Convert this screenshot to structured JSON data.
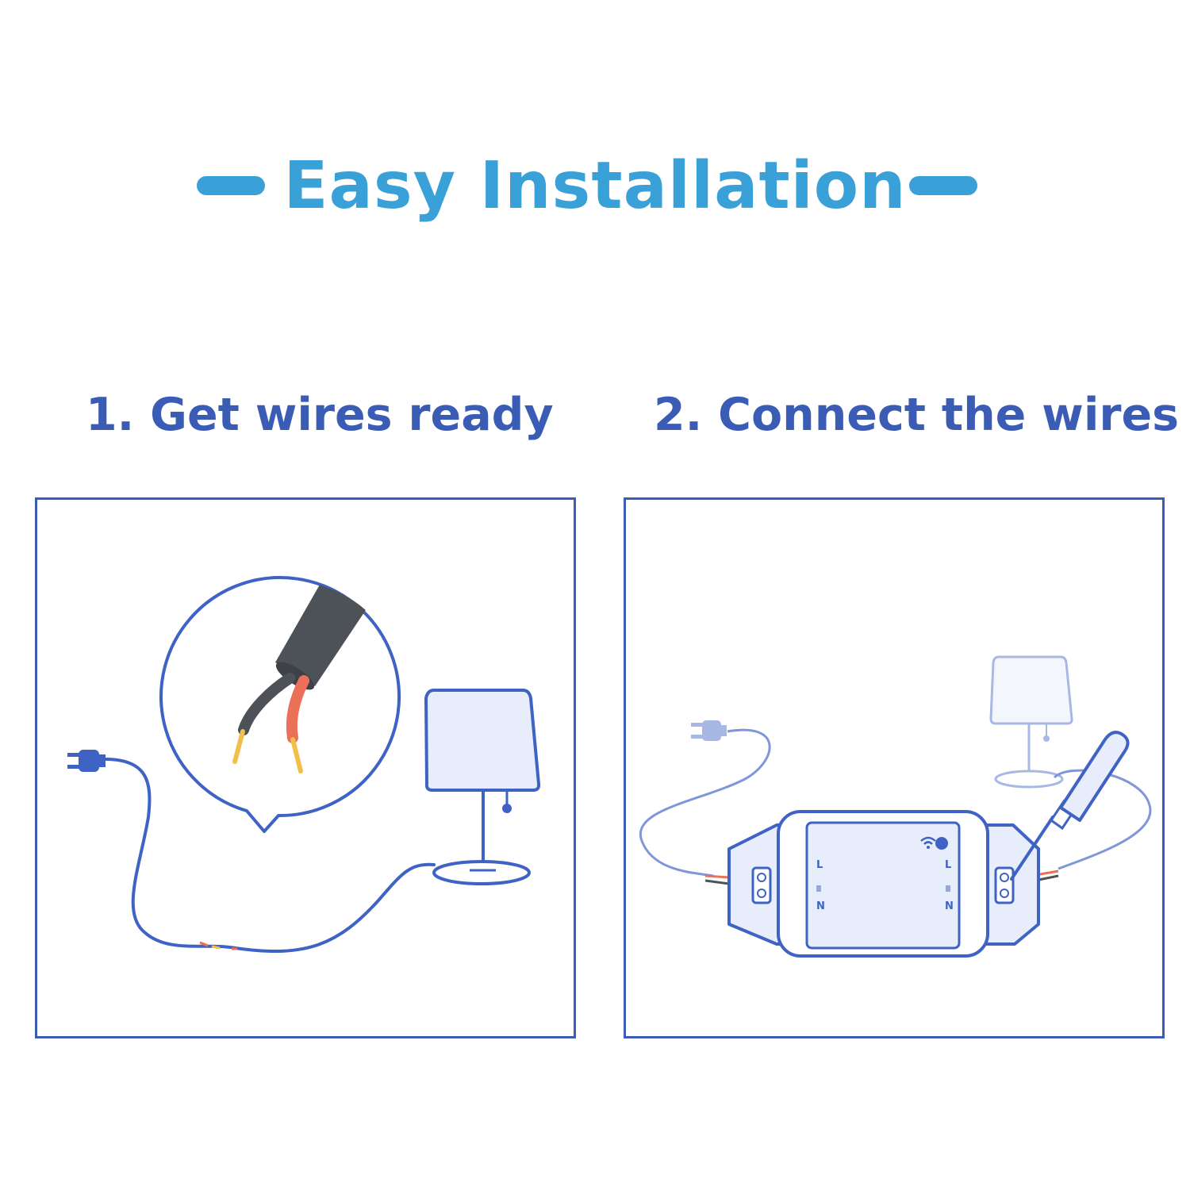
{
  "colors": {
    "heading": "#3aa0d8",
    "step_title": "#3b5cb5",
    "line": "#3f63c4",
    "fill_light": "#e8edfb",
    "cable": "#4d5259",
    "wire_red": "#ec6f58",
    "wire_gold": "#f0c048"
  },
  "heading": {
    "title": "Easy Installation"
  },
  "steps": [
    {
      "title": "1. Get wires ready"
    },
    {
      "title": "2. Connect the wires"
    }
  ],
  "device": {
    "label_l": "L",
    "label_n": "N",
    "icons": [
      "wifi-icon",
      "led-icon"
    ]
  }
}
